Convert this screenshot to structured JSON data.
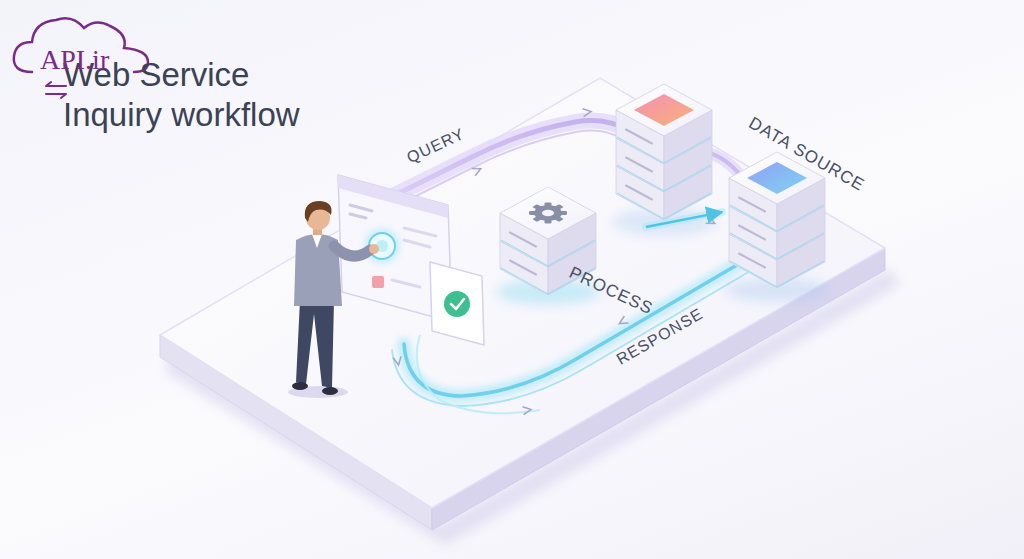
{
  "diagram": {
    "title": "Web Service Inquiry workflow",
    "nodes": [
      {
        "text": [
          "PROCESS"
        ]
      },
      {
        "text": [
          "DATA SOURCE"
        ]
      }
    ],
    "edges": [
      {
        "from": 0,
        "to": 1,
        "arrow": "to"
      }
    ],
    "labels": [
      "API.ir",
      "QUERY",
      "RESPONSE"
    ]
  }
}
